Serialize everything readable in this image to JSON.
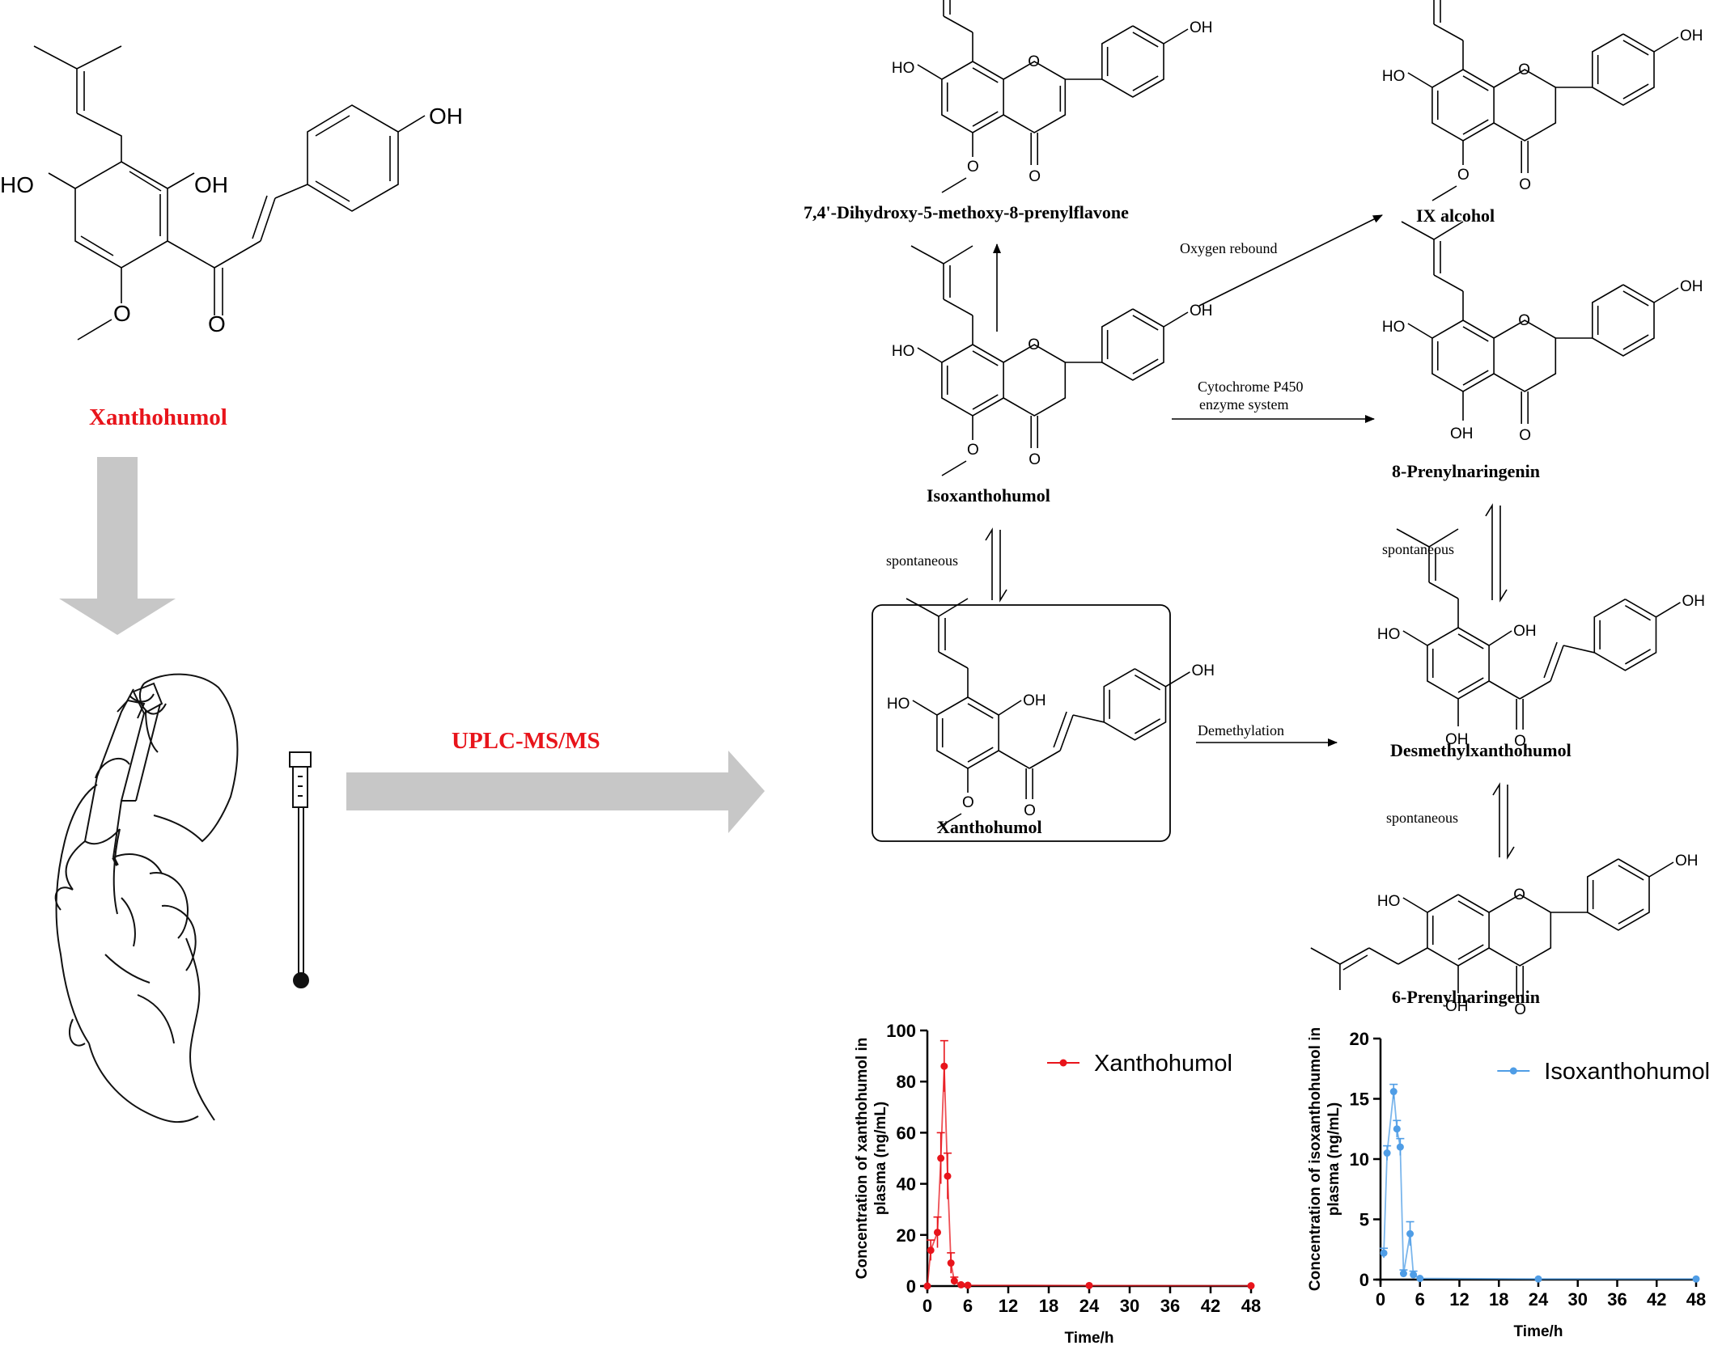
{
  "left": {
    "title": "Xanthohumol",
    "method": "UPLC-MS/MS",
    "title_color": "#e8141b",
    "arrow_color": "#c7c7c7"
  },
  "labels": {
    "HO": "HO",
    "OH": "OH",
    "O": "O"
  },
  "compounds": {
    "flavone": "7,4'-Dihydroxy-5-methoxy-8-prenylflavone",
    "ix_alcohol": "IX alcohol",
    "isoxanthohumol": "Isoxanthohumol",
    "prenylnaringenin8": "8-Prenylnaringenin",
    "xanthohumol_box": "Xanthohumol",
    "desmethyl": "Desmethylxanthohumol",
    "prenylnaringenin6": "6-Prenylnaringenin"
  },
  "steps": {
    "oxygen_rebound": "Oxygen rebound",
    "cyp_line1": "Cytochrome P450",
    "cyp_line2": "enzyme system",
    "spontaneous_left": "spontaneous",
    "spontaneous_right_top": "spontaneous",
    "spontaneous_right_bottom": "spontaneous",
    "demethylation": "Demethylation"
  },
  "chart_data": [
    {
      "type": "line",
      "color": "#e8141b",
      "ylabel_line1": "Concentration of xanthohumol  in",
      "ylabel_line2": "plasma (ng/mL)",
      "xlabel": "Time/h",
      "xlim": [
        0,
        48
      ],
      "ylim": [
        0,
        100
      ],
      "xticks": [
        "0",
        "6",
        "12",
        "18",
        "24",
        "30",
        "36",
        "42",
        "48"
      ],
      "yticks": [
        "0",
        "20",
        "40",
        "60",
        "80",
        "100"
      ],
      "series": [
        {
          "name": "Xanthohumol",
          "x": [
            0,
            0.5,
            1.5,
            2,
            2.5,
            3,
            3.5,
            4,
            5,
            6,
            24,
            48
          ],
          "y": [
            0,
            14,
            21,
            50,
            86,
            43,
            9,
            2,
            0.5,
            0.3,
            0.2,
            0.1
          ],
          "err": [
            0,
            4,
            6,
            10,
            10,
            9,
            4,
            1.5,
            0.3,
            0.2,
            0.1,
            0.1
          ]
        }
      ]
    },
    {
      "type": "line",
      "color": "#4f9de6",
      "ylabel_line1": "Concentration of isoxanthohumol  in",
      "ylabel_line2": "plasma (ng/mL)",
      "xlabel": "Time/h",
      "xlim": [
        0,
        48
      ],
      "ylim": [
        0,
        20
      ],
      "xticks": [
        "0",
        "6",
        "12",
        "18",
        "24",
        "30",
        "36",
        "42",
        "48"
      ],
      "yticks": [
        "0",
        "5",
        "10",
        "15",
        "20"
      ],
      "series": [
        {
          "name": "Isoxanthohumol",
          "x": [
            0.5,
            1,
            2,
            2.5,
            3,
            3.5,
            4.5,
            5,
            6,
            24,
            48
          ],
          "y": [
            2.2,
            10.5,
            15.6,
            12.5,
            11,
            0.5,
            3.8,
            0.4,
            0.1,
            0.05,
            0.05
          ],
          "err": [
            0.4,
            0.6,
            0.6,
            0.7,
            0.7,
            0.3,
            1.0,
            0.3,
            0.1,
            0.05,
            0.05
          ]
        }
      ]
    }
  ]
}
